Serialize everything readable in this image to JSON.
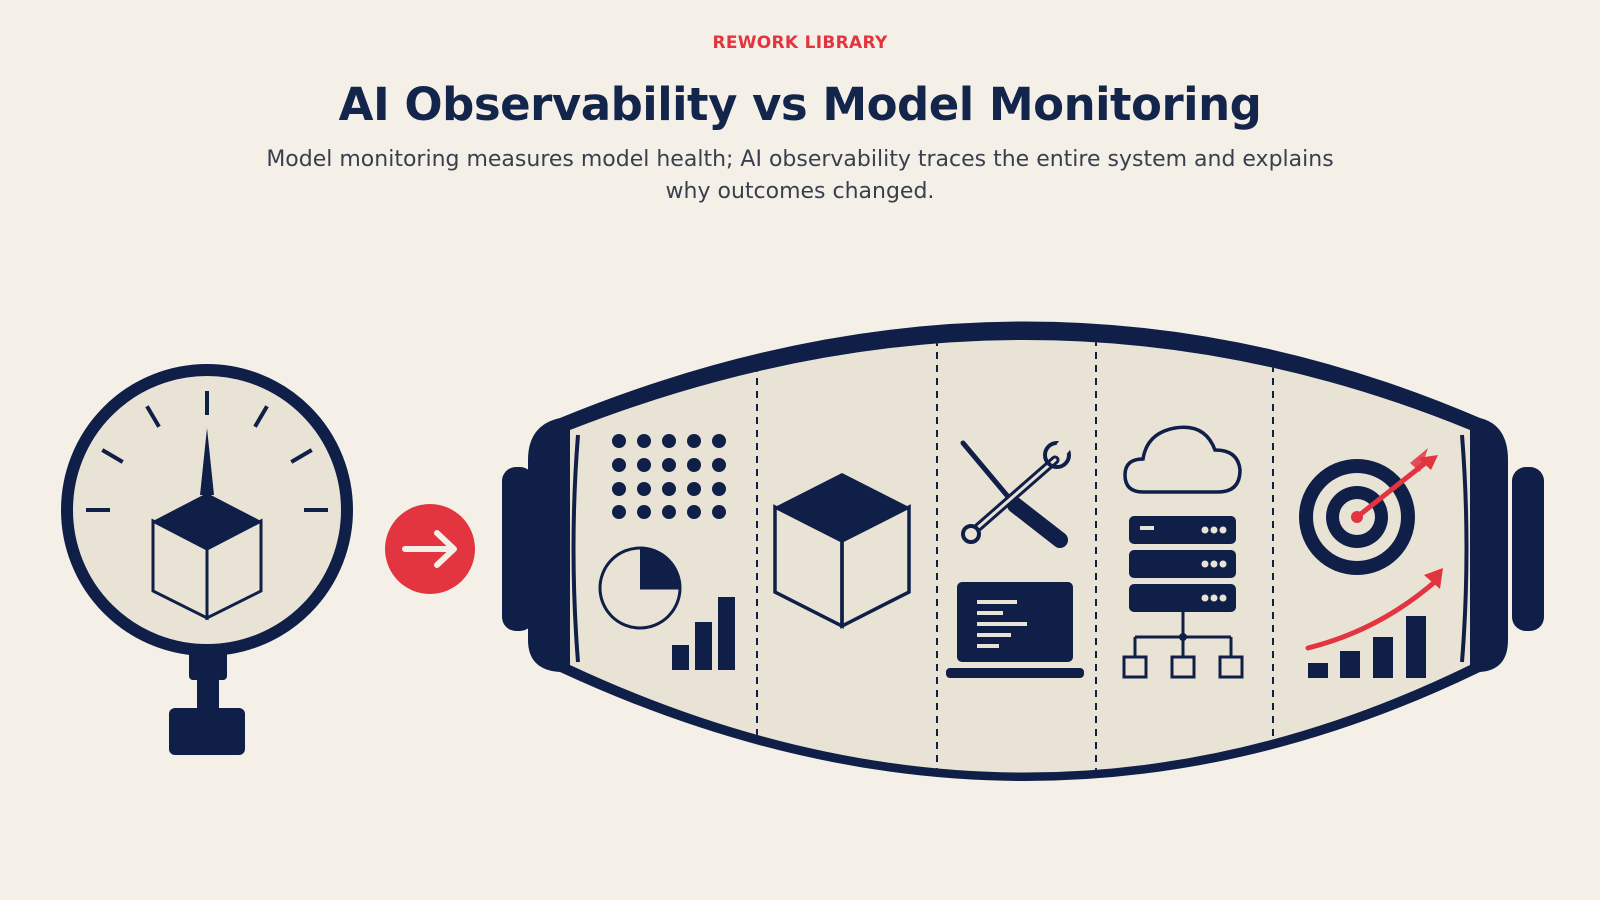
{
  "header": {
    "eyebrow": "REWORK LIBRARY",
    "title": "AI Observability vs Model Monitoring",
    "subtitle": "Model monitoring measures model health; AI observability traces the entire system and explains why outcomes changed."
  },
  "colors": {
    "navy": "#0f1f47",
    "accent_red": "#e2353f",
    "background": "#f4f0e8",
    "panel": "#e9e3d6"
  },
  "diagram": {
    "left_icon": "gauge-with-model-cube-icon",
    "arrow_icon": "arrow-right-icon",
    "capsule_segments": [
      {
        "icon": "data-dots-and-charts-icon"
      },
      {
        "icon": "model-cube-icon"
      },
      {
        "icon": "tools-and-laptop-code-icon"
      },
      {
        "icon": "cloud-server-network-icon"
      },
      {
        "icon": "target-and-growth-chart-icon"
      }
    ]
  }
}
